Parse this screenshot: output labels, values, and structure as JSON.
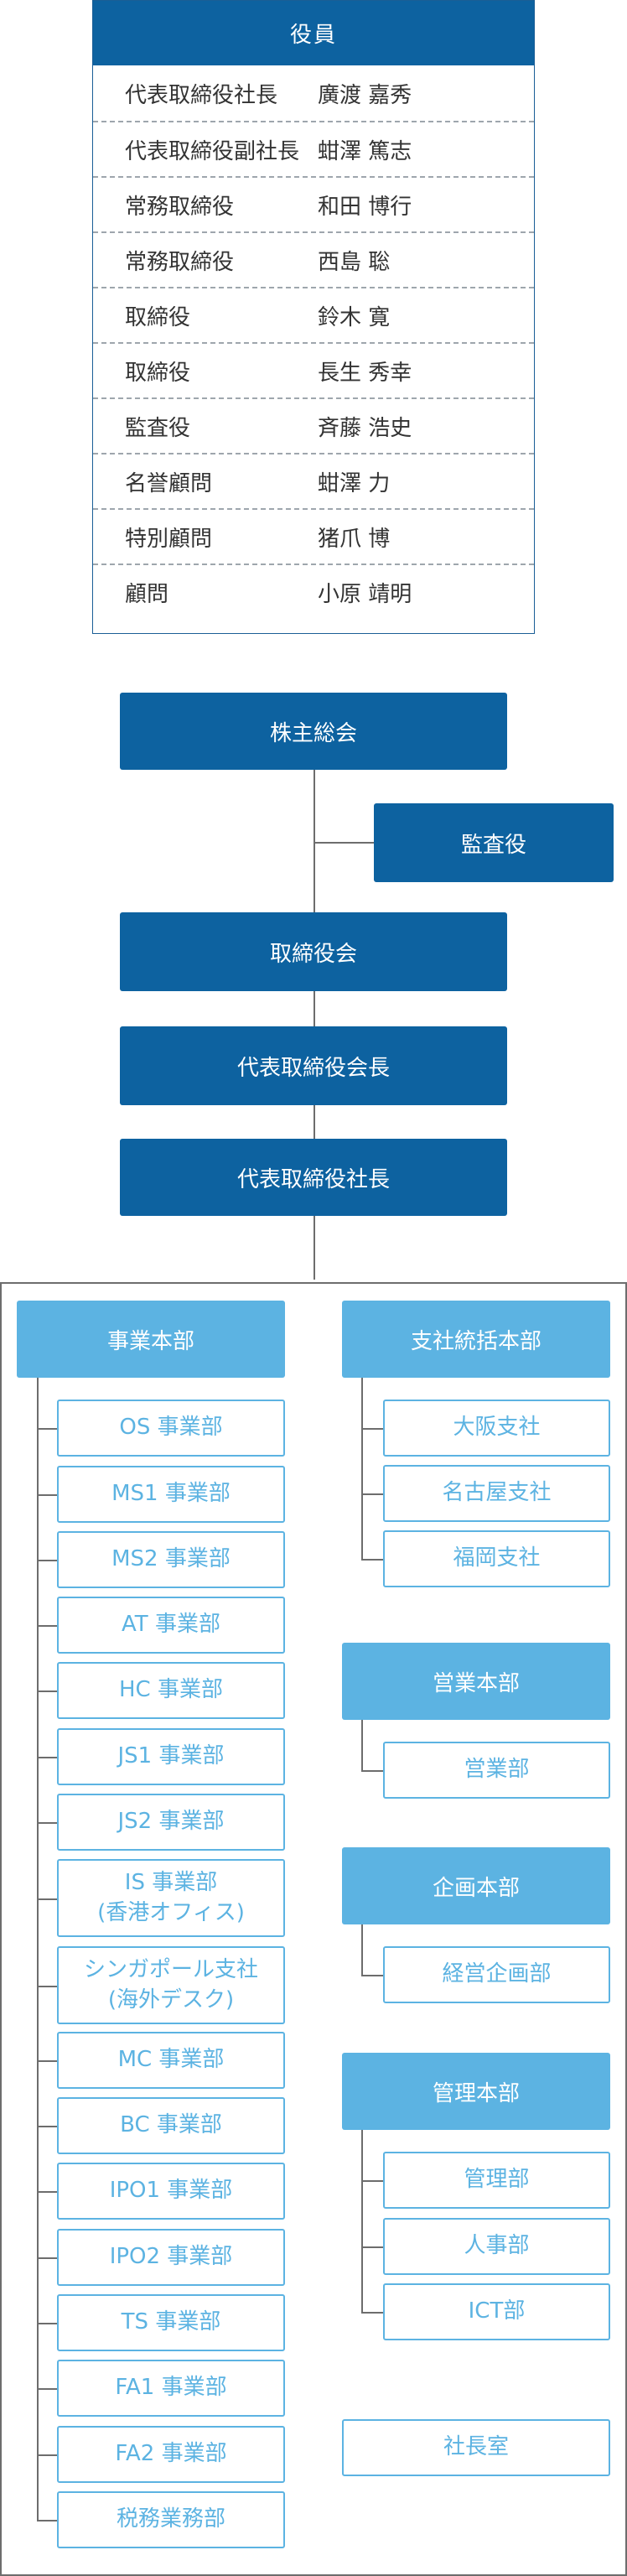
{
  "officers": {
    "header": "役員",
    "rows": [
      {
        "title": "代表取締役社長",
        "name": "廣渡 嘉秀"
      },
      {
        "title": "代表取締役副社長",
        "name": "蚶澤 篤志"
      },
      {
        "title": "常務取締役",
        "name": "和田 博行"
      },
      {
        "title": "常務取締役",
        "name": "西島 聡"
      },
      {
        "title": "取締役",
        "name": "鈴木 寛"
      },
      {
        "title": "取締役",
        "name": "長生 秀幸"
      },
      {
        "title": "監査役",
        "name": "斉藤 浩史"
      },
      {
        "title": "名誉顧問",
        "name": "蚶澤 力"
      },
      {
        "title": "特別顧問",
        "name": "猪爪 博"
      },
      {
        "title": "顧問",
        "name": "小原 靖明"
      }
    ]
  },
  "org": {
    "shareholders": "株主総会",
    "auditor": "監査役",
    "board": "取締役会",
    "chairman": "代表取締役会長",
    "president": "代表取締役社長",
    "business_hq": {
      "label": "事業本部",
      "units": [
        "OS 事業部",
        "MS1 事業部",
        "MS2 事業部",
        "AT 事業部",
        "HC 事業部",
        "JS1 事業部",
        "JS2 事業部",
        "IS 事業部\n(香港オフィス)",
        "シンガポール支社\n(海外デスク)",
        "MC 事業部",
        "BC 事業部",
        "IPO1 事業部",
        "IPO2 事業部",
        "TS 事業部",
        "FA1 事業部",
        "FA2 事業部",
        "税務業務部"
      ]
    },
    "branch_hq": {
      "label": "支社統括本部",
      "units": [
        "大阪支社",
        "名古屋支社",
        "福岡支社"
      ]
    },
    "sales_hq": {
      "label": "営業本部",
      "units": [
        "営業部"
      ]
    },
    "planning_hq": {
      "label": "企画本部",
      "units": [
        "経営企画部"
      ]
    },
    "admin_hq": {
      "label": "管理本部",
      "units": [
        "管理部",
        "人事部",
        "ICT部"
      ]
    },
    "president_office": "社長室"
  },
  "colors": {
    "dark_blue": "#0d62a0",
    "light_blue": "#5cb3e2",
    "line": "#6d6d6d"
  }
}
